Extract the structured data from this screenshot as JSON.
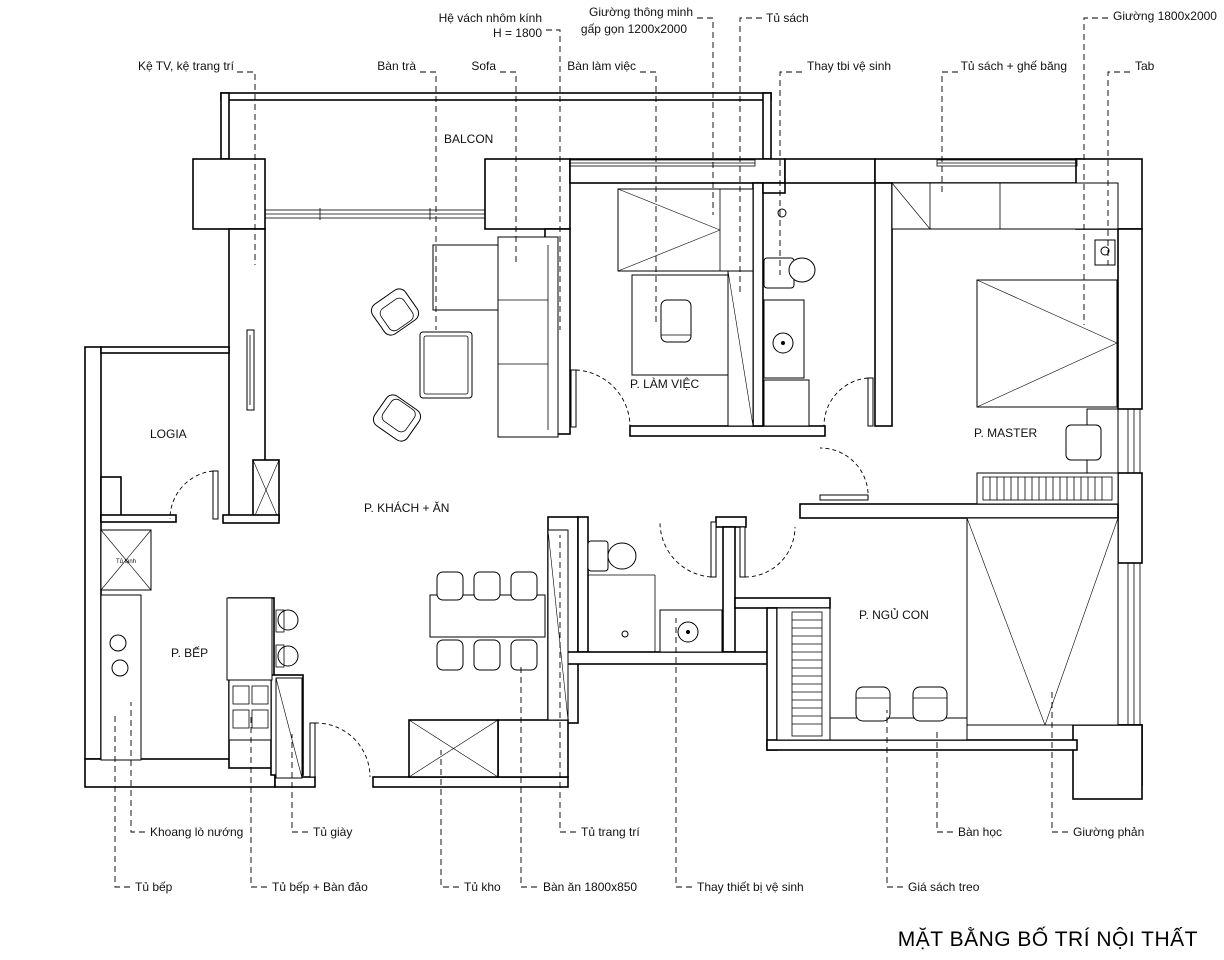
{
  "title": "MẶT BẰNG BỐ TRÍ NỘI THẤT",
  "rooms": {
    "balcon": "BALCON",
    "logia": "LOGIA",
    "living": "P. KHÁCH + ĂN",
    "kitchen": "P. BẾP",
    "office": "P. LÀM VIỆC",
    "master": "P. MASTER",
    "child": "P. NGỦ CON"
  },
  "annotations_top": {
    "tv_shelf": "Kệ TV, kệ trang trí",
    "tea_table": "Bàn trà",
    "sofa": "Sofa",
    "glass_wall_1": "Hệ vách nhôm kính",
    "glass_wall_2": "H = 1800",
    "smart_bed_1": "Giường thông minh",
    "smart_bed_2": "gấp gọn 1200x2000",
    "desk": "Bàn làm việc",
    "bookcase": "Tủ sách",
    "replace_wc": "Thay tbi vệ sinh",
    "bookcase_bench": "Tủ sách + ghế băng",
    "bed_1800": "Giường 1800x2000",
    "tab": "Tab"
  },
  "annotations_bottom": {
    "oven": "Khoang lò nướng",
    "kitchen_cab": "Tủ bếp",
    "shoe_cab": "Tủ giày",
    "kitchen_island": "Tủ bếp + Bàn đảo",
    "decor_cab": "Tủ trang trí",
    "storage": "Tủ kho",
    "dining": "Bàn ăn 1800x850",
    "replace_sanitary": "Thay thiết bị vệ sinh",
    "study_desk": "Bàn học",
    "hanging_shelf": "Giá sách treo",
    "platform_bed": "Giường phản"
  },
  "fridge_label": "Tủ lạnh"
}
